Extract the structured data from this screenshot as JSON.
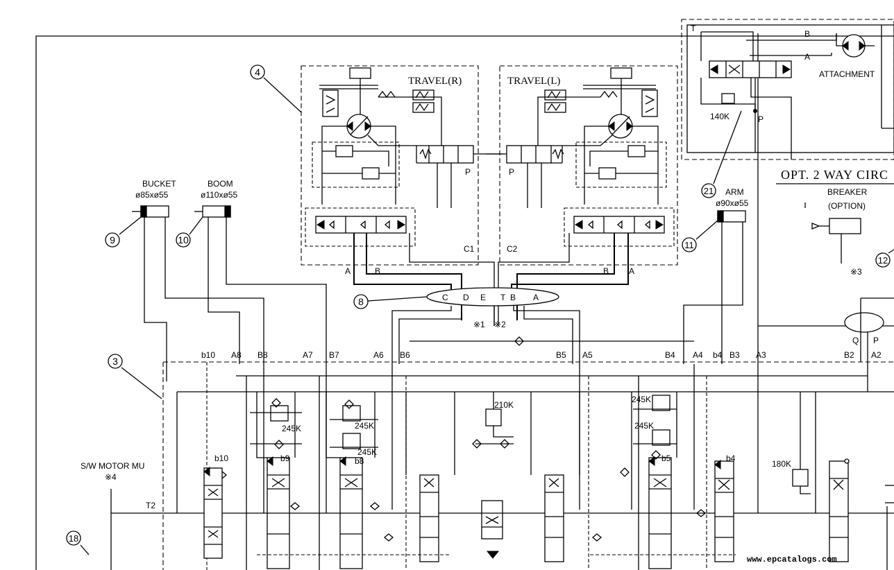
{
  "labels": {
    "travel_r": "TRAVEL(R)",
    "travel_l": "TRAVEL(L)",
    "bucket": "BUCKET",
    "bucket_dim": "ø85xø55",
    "boom": "BOOM",
    "boom_dim": "ø110xø55",
    "arm": "ARM",
    "arm_dim": "ø90xø55",
    "attachment": "ATTACHMENT",
    "opt_circuit": "OPT. 2 WAY CIRC",
    "breaker": "BREAKER",
    "breaker_option": "(OPTION)",
    "swing_motor": "S/W MOTOR MU",
    "note1": "※1",
    "note2": "※2",
    "note3": "※3",
    "note4": "※4",
    "watermark": "www.epcatalogs.com"
  },
  "callouts": [
    "4",
    "9",
    "10",
    "8",
    "3",
    "11",
    "21",
    "12",
    "18"
  ],
  "ports": {
    "travel_r_p": "P",
    "travel_l_p": "P",
    "c1": "C1",
    "c2": "C2",
    "a_left": "A",
    "b_left": "B",
    "b_right": "B",
    "a_right": "A",
    "joint_ports": [
      "C",
      "D",
      "E",
      "T",
      "B",
      "A"
    ],
    "att_t": "T",
    "att_b": "B",
    "att_a": "A",
    "att_p": "P",
    "qp_q": "Q",
    "qp_p": "P",
    "t2": "T2"
  },
  "spool_ports": [
    "b10",
    "A8",
    "B8",
    "A7",
    "B7",
    "A6",
    "B6",
    "B5",
    "A5",
    "B4",
    "A4",
    "b4",
    "B3",
    "A3",
    "B2",
    "A2"
  ],
  "pilot_labels": {
    "b9": "b9",
    "b8": "b8",
    "b10": "b10",
    "b5": "b5",
    "b4": "b4"
  },
  "relief": {
    "att_140k": "140K",
    "boom_245k": "245K",
    "bucket_245k_a": "245K",
    "bucket_245k_b": "245K",
    "main_210k": "210K",
    "arm_245k_a": "245K",
    "arm_245k_b": "245K",
    "opt_180k": "180K"
  }
}
